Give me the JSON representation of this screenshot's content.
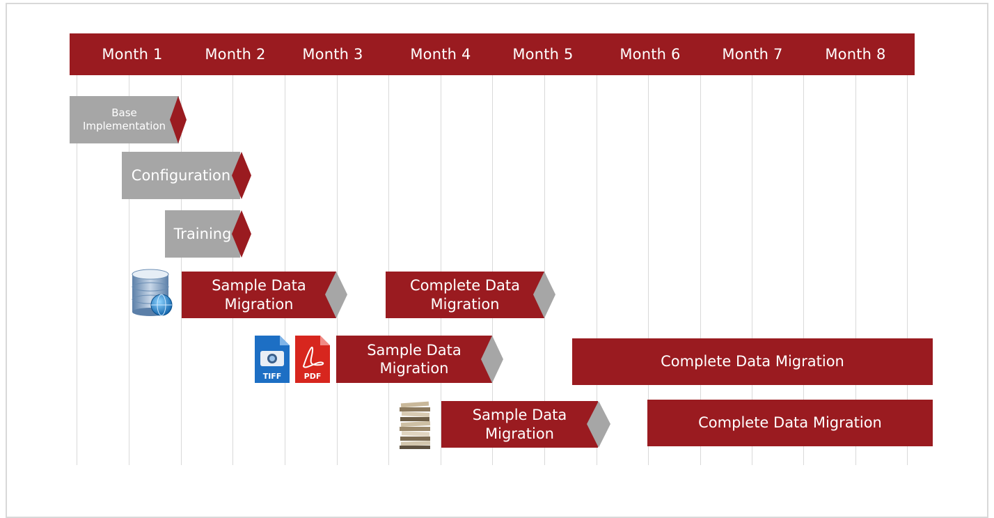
{
  "months": [
    "Month 1",
    "Month 2",
    "Month 3",
    "Month 4",
    "Month 5",
    "Month 6",
    "Month 7",
    "Month 8"
  ],
  "colors": {
    "red": "#9a1b20",
    "gray": "#a6a6a6",
    "gridline": "#d9d9d9"
  },
  "tasks": {
    "base_implementation": {
      "line1": "Base",
      "line2": "Implementation"
    },
    "configuration": {
      "label": "Configuration"
    },
    "training": {
      "label": "Training"
    }
  },
  "row_database": {
    "icon": "database-globe-icon",
    "sample": {
      "line1": "Sample Data",
      "line2": "Migration"
    },
    "complete": {
      "line1": "Complete Data",
      "line2": "Migration"
    }
  },
  "row_files": {
    "icons": [
      "tiff-file-icon",
      "pdf-file-icon"
    ],
    "tiff_label": "TIFF",
    "pdf_label": "PDF",
    "sample": {
      "line1": "Sample Data",
      "line2": "Migration"
    },
    "complete": {
      "label": "Complete Data Migration"
    }
  },
  "row_paper": {
    "icon": "paper-stack-icon",
    "sample": {
      "line1": "Sample Data",
      "line2": "Migration"
    },
    "complete": {
      "label": "Complete Data Migration"
    }
  }
}
